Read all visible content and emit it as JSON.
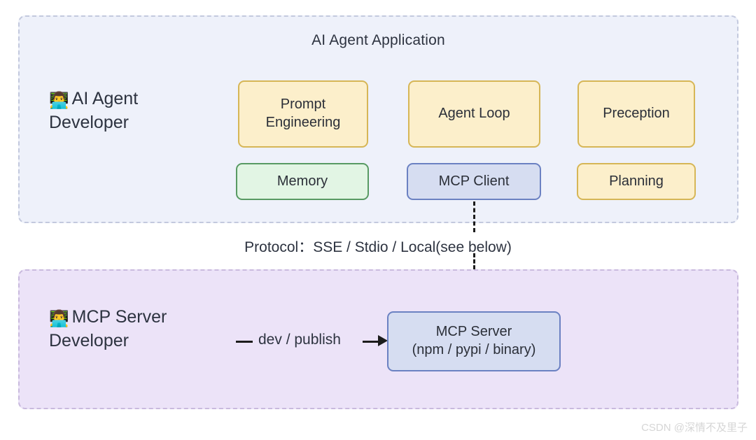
{
  "diagram": {
    "agent_panel": {
      "title": "AI Agent Application",
      "role": {
        "icon": "technologist-emoji",
        "emoji": "👨‍💻",
        "line1": "AI Agent",
        "line2": "Developer"
      },
      "nodes": [
        {
          "id": "prompt-engineering",
          "label_line1": "Prompt",
          "label_line2": "Engineering",
          "color": "#fcefcb",
          "border": "#d6b656"
        },
        {
          "id": "agent-loop",
          "label": "Agent Loop",
          "color": "#fcefcb",
          "border": "#d6b656"
        },
        {
          "id": "preception",
          "label": "Preception",
          "color": "#fcefcb",
          "border": "#d6b656"
        },
        {
          "id": "memory",
          "label": "Memory",
          "color": "#e2f5e4",
          "border": "#589a63"
        },
        {
          "id": "mcp-client",
          "label": "MCP Client",
          "color": "#d6ddf1",
          "border": "#6b81c2"
        },
        {
          "id": "planning",
          "label": "Planning",
          "color": "#fcefcb",
          "border": "#d6b656"
        }
      ],
      "background": "#eef1fa",
      "border": "#c3c9de"
    },
    "protocol_caption": "Protocol：SSE / Stdio / Local(see below)",
    "server_panel": {
      "role": {
        "icon": "technologist-emoji",
        "emoji": "👨‍💻",
        "line1": "MCP Server",
        "line2": "Developer"
      },
      "connector_label": "dev / publish",
      "node": {
        "id": "mcp-server",
        "label_line1": "MCP Server",
        "label_line2": "(npm / pypi / binary)",
        "color": "#d6ddf1",
        "border": "#6b81c2"
      },
      "background": "#ece3f8",
      "border": "#c9bade"
    },
    "watermark": "CSDN @深情不及里子"
  }
}
